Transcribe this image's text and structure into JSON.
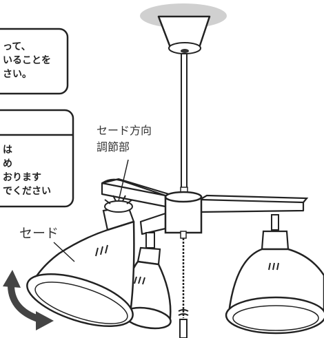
{
  "callouts": {
    "top": {
      "lines": [
        "って、",
        "いることを",
        "さい。"
      ]
    },
    "middle": {
      "lines": [
        "は",
        "め",
        "おります",
        "でください"
      ]
    }
  },
  "labels": {
    "shade_direction": [
      "セード方向",
      "調節部"
    ],
    "shade": "セード"
  },
  "colors": {
    "ceiling": "#d0d0d0",
    "line": "#222222",
    "rotation_arrow": "#444444"
  }
}
